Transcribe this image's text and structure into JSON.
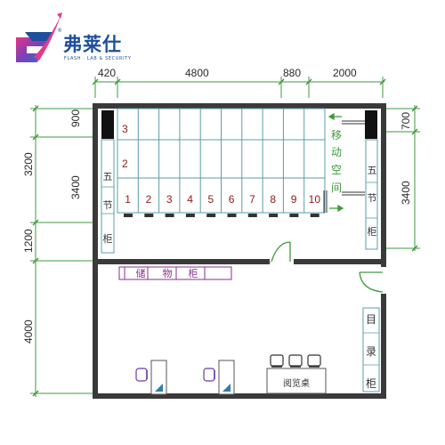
{
  "brand": {
    "name": "弗莱仕",
    "tagline": "FLASH · LAB & SECURITY",
    "registered": "®"
  },
  "dimensions": {
    "top": [
      "420",
      "4800",
      "880",
      "2000"
    ],
    "left": [
      "900",
      "3200",
      "3400",
      "1200",
      "4000"
    ],
    "right": [
      "700",
      "3400"
    ]
  },
  "shelves": {
    "row_labels": [
      "3",
      "2"
    ],
    "numbers": [
      "1",
      "2",
      "3",
      "4",
      "5",
      "6",
      "7",
      "8",
      "9",
      "10"
    ]
  },
  "labels": {
    "moving_space": [
      "移",
      "动",
      "空",
      "间"
    ],
    "five_section_left": [
      "五",
      "节",
      "柜"
    ],
    "five_section_right": [
      "五",
      "节",
      "柜"
    ],
    "storage": [
      "储",
      "物",
      "柜"
    ],
    "catalog": [
      "目",
      "录",
      "柜"
    ],
    "reading_desk": "阅览桌"
  },
  "colors": {
    "wall": "#3a3a3a",
    "green": "#3e9a3c",
    "shelf": "#5a9da8",
    "purple": "#8a2e8e",
    "number": "#8b1a1a",
    "brand": "#1d4f9c"
  }
}
